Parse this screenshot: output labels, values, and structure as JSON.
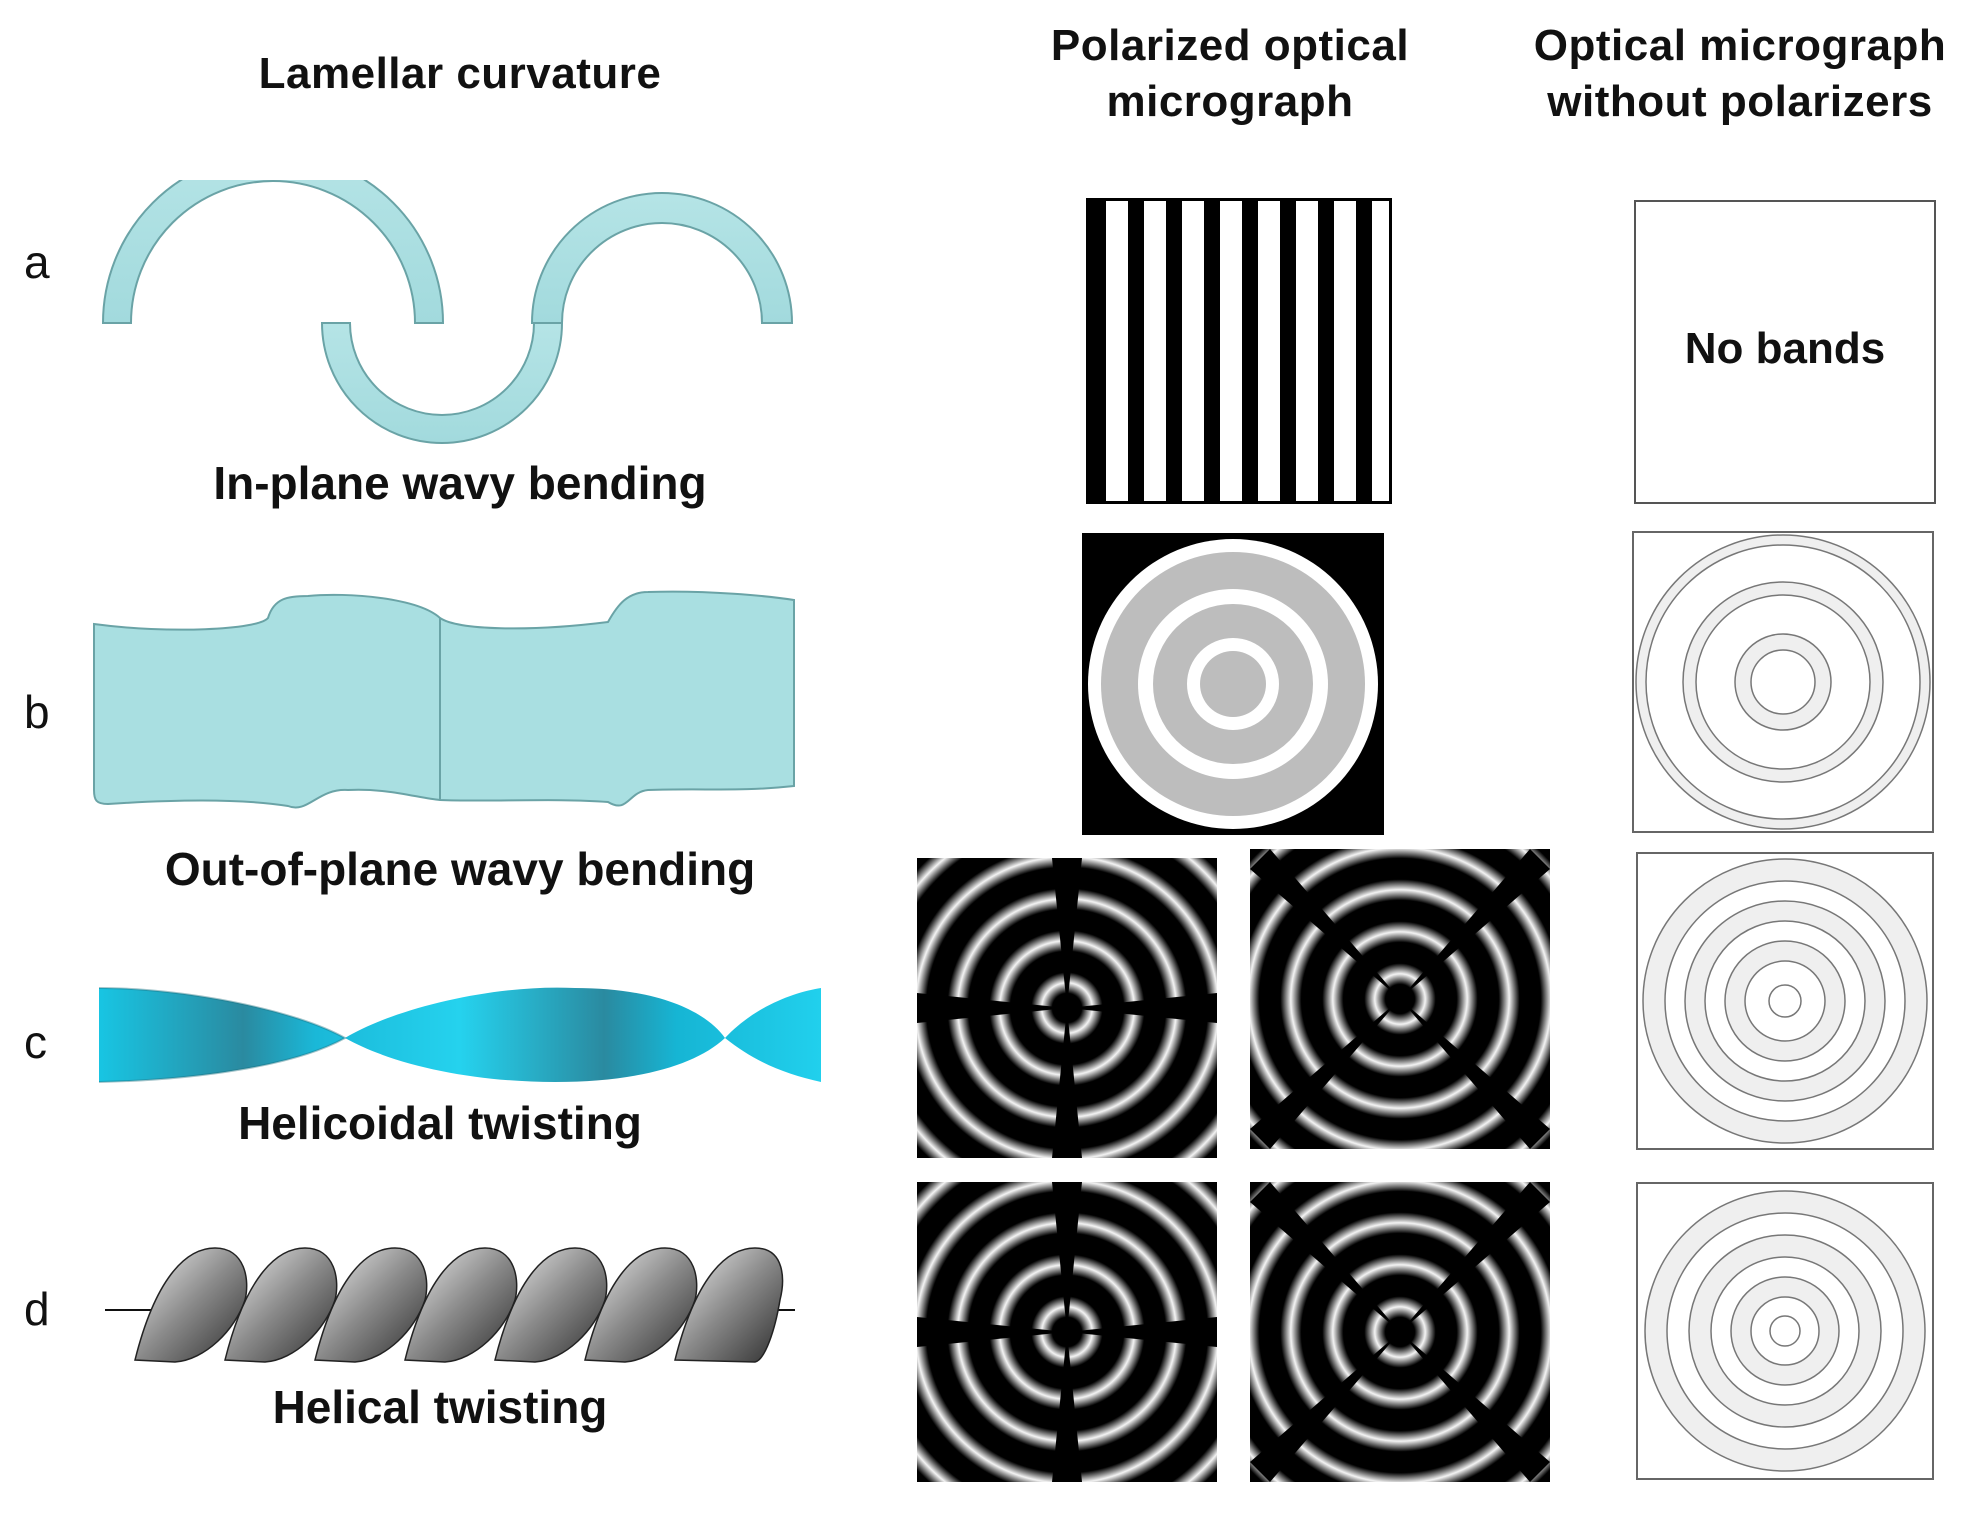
{
  "headers": {
    "col1": "Lamellar curvature",
    "col2_line1": "Polarized optical",
    "col2_line2": "micrograph",
    "col3_line1": "Optical micrograph",
    "col3_line2": "without polarizers"
  },
  "rows": [
    {
      "label": "a",
      "caption": "In-plane wavy bending",
      "plain_text": "No bands"
    },
    {
      "label": "b",
      "caption": "Out-of-plane wavy bending"
    },
    {
      "label": "c",
      "caption": "Helicoidal twisting"
    },
    {
      "label": "d",
      "caption": "Helical twisting"
    }
  ],
  "colors": {
    "lamella_fill": "#a9dfe1",
    "lamella_stroke": "#6aa3a6",
    "helicoid": "#17c9e6",
    "ring_gray": "#bdbdbd",
    "plain_ring": "#efefef"
  }
}
